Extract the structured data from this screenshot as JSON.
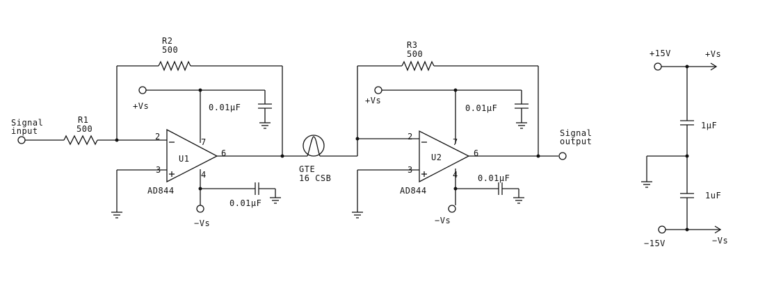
{
  "input": {
    "label1": "Signal",
    "label2": "input"
  },
  "output": {
    "label1": "Signal",
    "label2": "output"
  },
  "r1": {
    "ref": "R1",
    "value": "500"
  },
  "r2": {
    "ref": "R2",
    "value": "500"
  },
  "r3": {
    "ref": "R3",
    "value": "500"
  },
  "u1": {
    "ref": "U1",
    "part": "AD844",
    "pin_inv": "2",
    "pin_noninv": "3",
    "pin_out": "6",
    "pin_vplus": "7",
    "pin_vminus": "4"
  },
  "u2": {
    "ref": "U2",
    "part": "AD844",
    "pin_inv": "2",
    "pin_noninv": "3",
    "pin_out": "6",
    "pin_vplus": "7",
    "pin_vminus": "4"
  },
  "supplies": {
    "vpos": "+Vs",
    "vneg": "−Vs"
  },
  "caps": {
    "c_u1_top": "0.01µF",
    "c_u1_bot": "0.01µF",
    "c_u2_top": "0.01µF",
    "c_u2_bot": "0.01µF"
  },
  "line": {
    "label1": "GTE",
    "label2": "16 CSB"
  },
  "power": {
    "p15": "+15V",
    "vs_pos": "+Vs",
    "c_top": "1µF",
    "c_bot": "1uF",
    "m15": "−15V",
    "vs_neg": "−Vs"
  }
}
